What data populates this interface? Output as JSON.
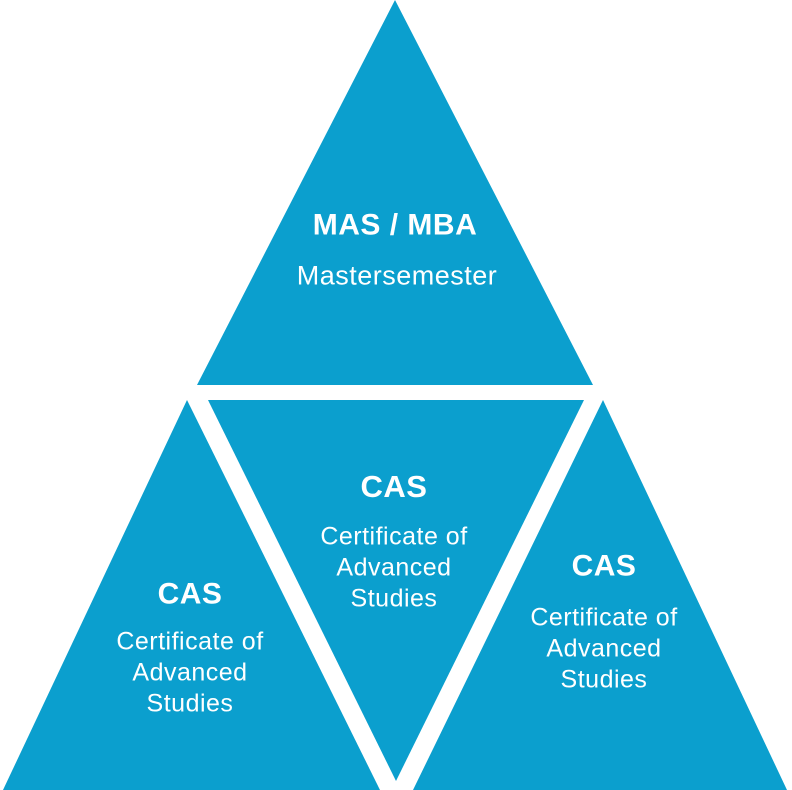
{
  "diagram": {
    "top": {
      "title": "MAS / MBA",
      "subtitle": "Mastersemester"
    },
    "middle": {
      "title": "CAS",
      "subtitle": "Certificate of Advanced Studies"
    },
    "left": {
      "title": "CAS",
      "subtitle": "Certificate of Advanced Studies"
    },
    "right": {
      "title": "CAS",
      "subtitle": "Certificate of Advanced Studies"
    }
  },
  "colors": {
    "triangle_fill": "#0B9FCE",
    "text": "#FFFFFF"
  }
}
